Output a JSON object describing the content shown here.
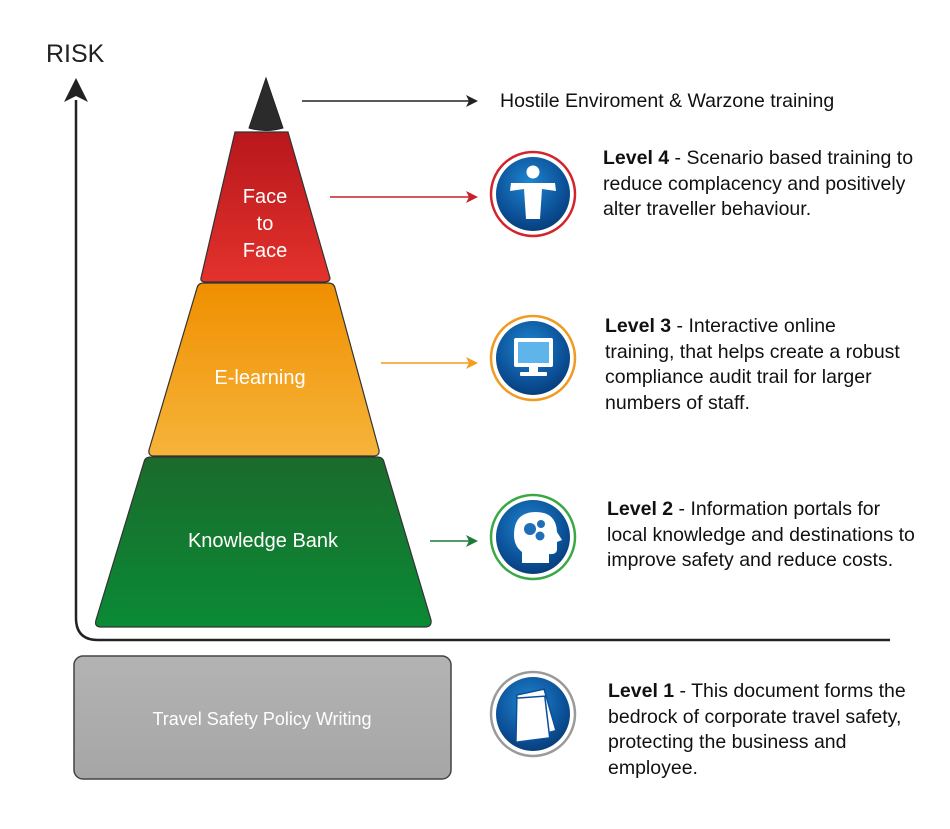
{
  "axis": {
    "label": "RISK"
  },
  "pyramid": {
    "tip_label": "Hostile Enviroment & Warzone training",
    "tiers": [
      {
        "id": "face",
        "label_lines": [
          "Face",
          "to",
          "Face"
        ],
        "color_top": "#b8171c",
        "color_bottom": "#e3322c",
        "arrow_color": "#c8202a"
      },
      {
        "id": "elearning",
        "label_lines": [
          "E-learning"
        ],
        "color_top": "#f08f00",
        "color_bottom": "#f6b43a",
        "arrow_color": "#f39c1e"
      },
      {
        "id": "knowledge",
        "label_lines": [
          "Knowledge Bank"
        ],
        "color_top": "#1b6b2c",
        "color_bottom": "#0a8a35",
        "arrow_color": "#1f7a3a"
      }
    ],
    "base_label": "Travel Safety Policy Writing"
  },
  "levels": [
    {
      "id": "level4",
      "title": "Level 4",
      "text": " - Scenario based training to reduce complacency and positively alter traveller behaviour.",
      "ring_color": "#d3242b",
      "icon": "person-icon"
    },
    {
      "id": "level3",
      "title": "Level 3",
      "text": " - Interactive online training, that helps create a robust compliance audit trail for larger numbers of staff.",
      "ring_color": "#f29a1f",
      "icon": "monitor-icon"
    },
    {
      "id": "level2",
      "title": "Level 2",
      "text": " - Information portals for local knowledge and destinations to improve safety and reduce costs.",
      "ring_color": "#3aa845",
      "icon": "head-icon"
    },
    {
      "id": "level1",
      "title": "Level 1",
      "text": " - This document forms the bedrock of corporate travel safety, protecting the business and employee.",
      "ring_color": "#9a9a9a",
      "icon": "document-icon"
    }
  ]
}
